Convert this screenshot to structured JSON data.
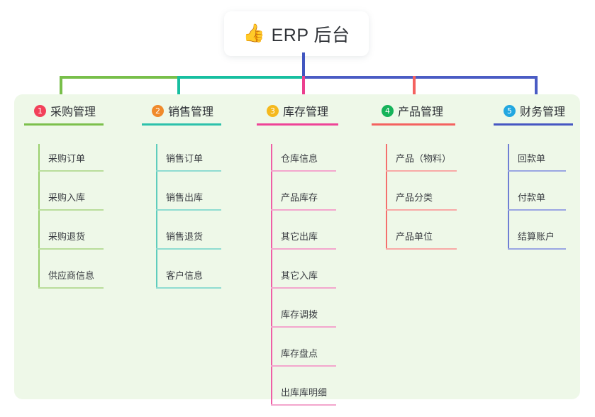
{
  "root": {
    "icon": "thumbs-up-icon",
    "icon_glyph": "👍",
    "label": "ERP 后台"
  },
  "colors": {
    "panel_background": "#eef8e8",
    "page_background": "#ffffff",
    "stem": "#4156c0",
    "branch_green": "#78bf4a",
    "branch_teal": "#17bfa0",
    "branch_pink": "#ec3f8e",
    "branch_red": "#f4625f",
    "branch_blue": "#4a5cc4"
  },
  "columns": [
    {
      "index": "1",
      "title": "采购管理",
      "badge_color": "#f2415a",
      "rule_color": "#7cc04c",
      "spine_color": "#9ad06e",
      "leaf_rule_color": "#b9dd9b",
      "items": [
        "采购订单",
        "采购入库",
        "采购退货",
        "供应商信息"
      ]
    },
    {
      "index": "2",
      "title": "销售管理",
      "badge_color": "#f08a2b",
      "rule_color": "#2cc1ab",
      "spine_color": "#5fcdbd",
      "leaf_rule_color": "#8fdcd1",
      "items": [
        "销售订单",
        "销售出库",
        "销售退货",
        "客户信息"
      ]
    },
    {
      "index": "3",
      "title": "库存管理",
      "badge_color": "#f5b91d",
      "rule_color": "#ee4497",
      "spine_color": "#ef5fa6",
      "leaf_rule_color": "#f3a6cd",
      "items": [
        "仓库信息",
        "产品库存",
        "其它出库",
        "其它入库",
        "库存调拨",
        "库存盘点",
        "出库库明细"
      ]
    },
    {
      "index": "4",
      "title": "产品管理",
      "badge_color": "#16b35a",
      "rule_color": "#f4625f",
      "spine_color": "#f4706d",
      "leaf_rule_color": "#f8a9a6",
      "items": [
        "产品（物料）",
        "产品分类",
        "产品单位"
      ]
    },
    {
      "index": "5",
      "title": "财务管理",
      "badge_color": "#22a7e0",
      "rule_color": "#4657c2",
      "spine_color": "#6f7fd4",
      "leaf_rule_color": "#9aa6e2",
      "items": [
        "回款单",
        "付款单",
        "结算账户"
      ]
    }
  ]
}
